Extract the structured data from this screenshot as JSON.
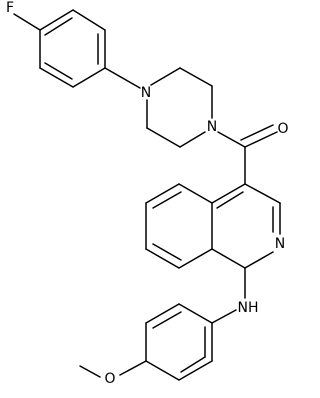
{
  "molecule": {
    "atom_labels": {
      "fluorine": "F",
      "piperazine_n_top": "N",
      "piperazine_n_bottom": "N",
      "carbonyl_oxygen": "O",
      "isoquinoline_n": "N",
      "amine_nh": "NH",
      "methoxy_oxygen": "O"
    }
  }
}
